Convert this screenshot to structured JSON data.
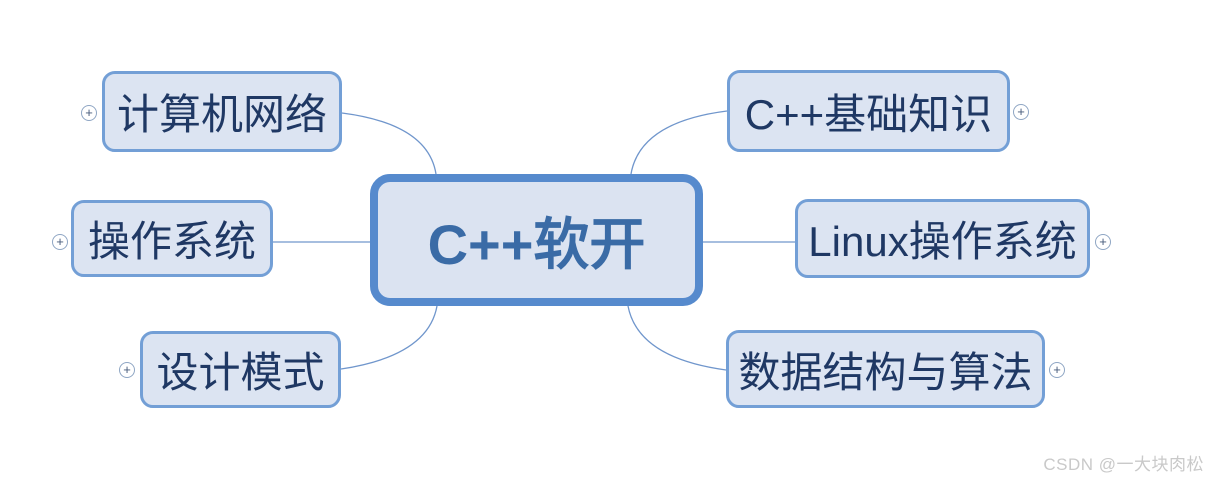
{
  "central": {
    "label": "C++软开"
  },
  "branches": {
    "left": [
      {
        "label": "计算机网络"
      },
      {
        "label": "操作系统"
      },
      {
        "label": "设计模式"
      }
    ],
    "right": [
      {
        "label": "C++基础知识"
      },
      {
        "label": "Linux操作系统"
      },
      {
        "label": "数据结构与算法"
      }
    ]
  },
  "expand_icon": "+",
  "watermark": "CSDN @一大块肉松",
  "colors": {
    "central_border": "#568acd",
    "central_fill": "#dbe3f1",
    "central_text": "#3a6ba6",
    "branch_border": "#739fd6",
    "branch_fill": "#dce4f2",
    "branch_text": "#1f3864",
    "connector": "#7096cc",
    "watermark_text": "#c9c9c9",
    "background": "#ffffff"
  }
}
